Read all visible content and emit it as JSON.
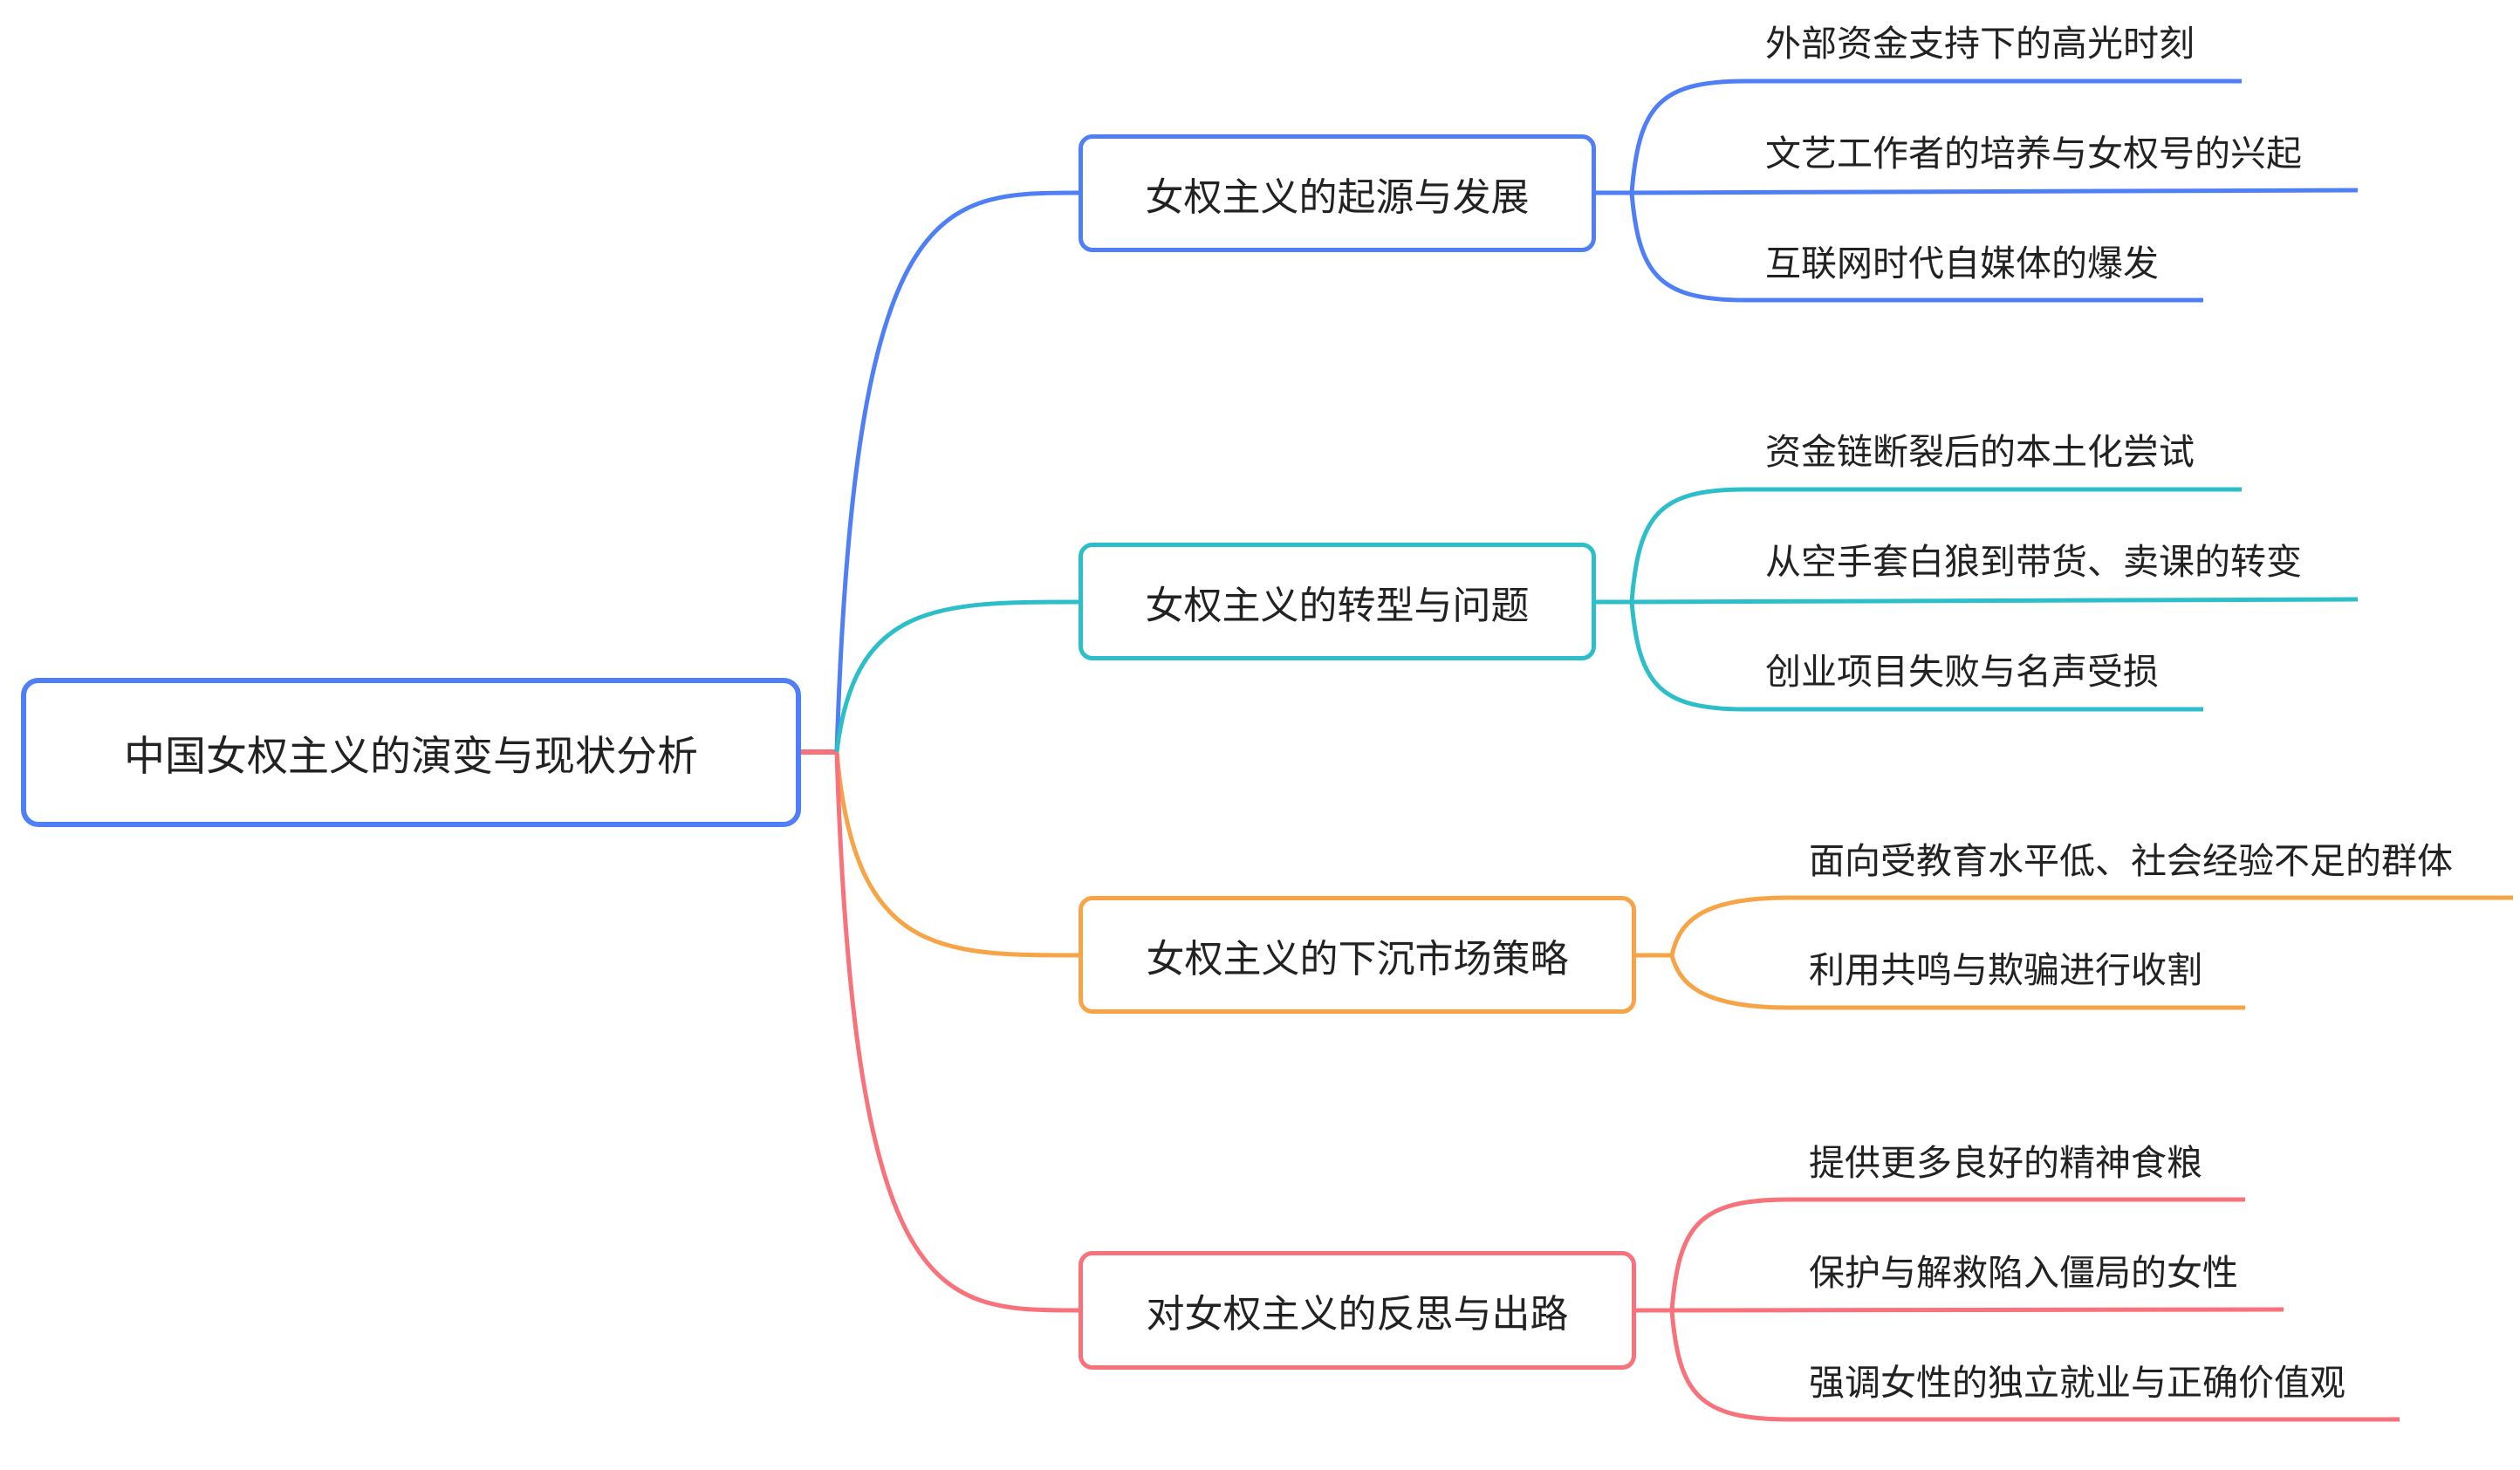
{
  "mindmap": {
    "root": {
      "label": "中国女权主义的演变与现状分析",
      "color": "#4f7ff6"
    },
    "branches": [
      {
        "label": "女权主义的起源与发展",
        "color": "#4f7ff6",
        "children": [
          "外部资金支持下的高光时刻",
          "文艺工作者的培养与女权号的兴起",
          "互联网时代自媒体的爆发"
        ]
      },
      {
        "label": "女权主义的转型与问题",
        "color": "#2dbfc9",
        "children": [
          "资金链断裂后的本土化尝试",
          "从空手套白狼到带货、卖课的转变",
          "创业项目失败与名声受损"
        ]
      },
      {
        "label": "女权主义的下沉市场策略",
        "color": "#f7a446",
        "children": [
          "面向受教育水平低、社会经验不足的群体",
          "利用共鸣与欺骗进行收割"
        ]
      },
      {
        "label": "对女权主义的反思与出路",
        "color": "#f7727a",
        "children": [
          "提供更多良好的精神食粮",
          "保护与解救陷入僵局的女性",
          "强调女性的独立就业与正确价值观"
        ]
      }
    ]
  }
}
